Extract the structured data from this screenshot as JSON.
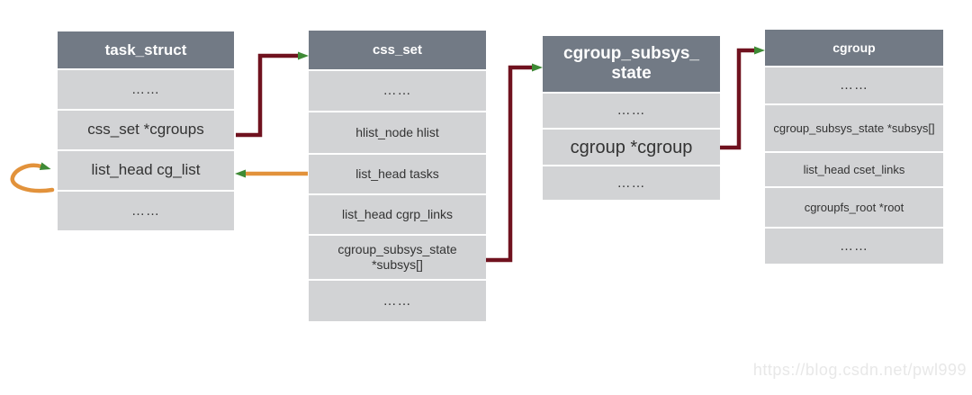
{
  "colors": {
    "header_bg": "#727a85",
    "row_bg": "#d2d3d5",
    "header_text": "#ffffff",
    "row_text": "#333333",
    "arrow_maroon": "#70121f",
    "arrow_orange": "#e2923b",
    "arrow_green": "#3e8a35",
    "watermark_text": "#e8e8e8"
  },
  "boxes": [
    {
      "title": "task_struct",
      "rows": [
        "……",
        "css_set *cgroups",
        "list_head cg_list",
        "……"
      ]
    },
    {
      "title": "css_set",
      "rows": [
        "……",
        "hlist_node hlist",
        "list_head tasks",
        "list_head cgrp_links",
        "cgroup_subsys_state *subsys[]",
        "……"
      ]
    },
    {
      "title": "cgroup_subsys_\nstate",
      "rows": [
        "……",
        "cgroup *cgroup",
        "……"
      ]
    },
    {
      "title": "cgroup",
      "rows": [
        "……",
        "cgroup_subsys_state *subsys[]",
        "list_head cset_links",
        "cgroupfs_root *root",
        "……"
      ]
    }
  ],
  "arrows": [
    {
      "from": "task_struct.css_set *cgroups",
      "to": "css_set",
      "color": "maroon"
    },
    {
      "from": "css_set.list_head tasks",
      "to": "task_struct.list_head cg_list",
      "color": "orange"
    },
    {
      "from": "task_struct.list_head cg_list",
      "to": "task_struct.list_head cg_list",
      "color": "orange",
      "note": "self-loop curl"
    },
    {
      "from": "css_set.cgroup_subsys_state *subsys[]",
      "to": "cgroup_subsys_state",
      "color": "maroon"
    },
    {
      "from": "cgroup_subsys_state.cgroup *cgroup",
      "to": "cgroup",
      "color": "maroon"
    }
  ],
  "watermark": "https://blog.csdn.net/pwl999"
}
